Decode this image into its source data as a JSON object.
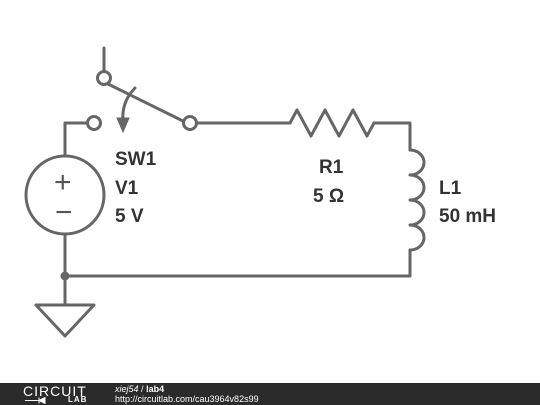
{
  "schematic": {
    "switch": {
      "name": "SW1"
    },
    "source": {
      "name": "V1",
      "value": "5 V",
      "plus": "+",
      "minus": "−"
    },
    "resistor": {
      "name": "R1",
      "value": "5 Ω"
    },
    "inductor": {
      "name": "L1",
      "value": "50 mH"
    }
  },
  "footer": {
    "logo_top": "CIRCUIT",
    "logo_bottom": "LAB",
    "author": "xiej54",
    "separator": "/",
    "title": "lab4",
    "url": "http://circuitlab.com/cau3964v82s99"
  },
  "colors": {
    "wire": "#666666",
    "text": "#333333",
    "footer_bg": "#2b2b2b"
  }
}
